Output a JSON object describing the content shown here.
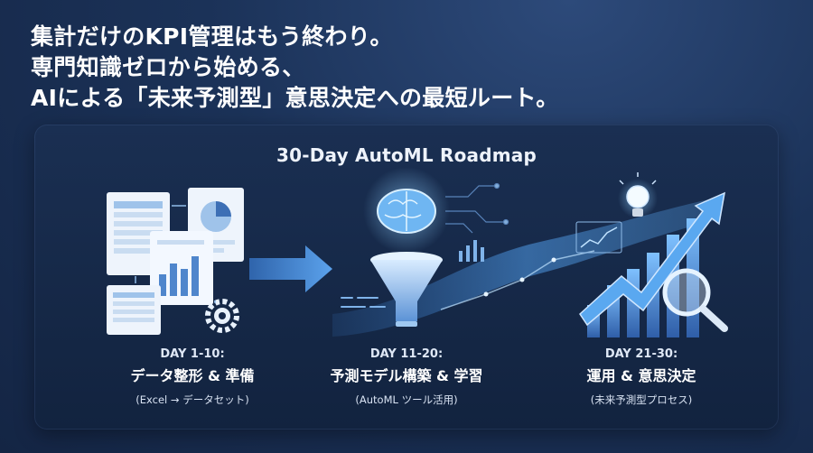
{
  "headline": {
    "lines": [
      "集計だけのKPI管理はもう終わり。",
      "専門知識ゼロから始める、",
      "AIによる「未来予測型」意思決定への最短ルート。"
    ]
  },
  "roadmap": {
    "title": "30-Day AutoML Roadmap",
    "stages": [
      {
        "day": "DAY 1-10:",
        "name": "データ整形 & 準備",
        "note": "(Excel → データセット)"
      },
      {
        "day": "DAY 11-20:",
        "name": "予測モデル構築 & 学習",
        "note": "(AutoML ツール活用)"
      },
      {
        "day": "DAY 21-30:",
        "name": "運用 & 意思決定",
        "note": "(未来予測型プロセス)"
      }
    ]
  },
  "icons": [
    "spreadsheet-icon",
    "pie-chart-icon",
    "bar-chart-icon",
    "gear-icon",
    "arrow-right-icon",
    "brain-icon",
    "funnel-icon",
    "lightbulb-icon",
    "magnifier-icon",
    "growth-arrow-icon"
  ],
  "colors": {
    "accent": "#4f9be8",
    "background": "#1b3258",
    "panel": "#15284a"
  }
}
